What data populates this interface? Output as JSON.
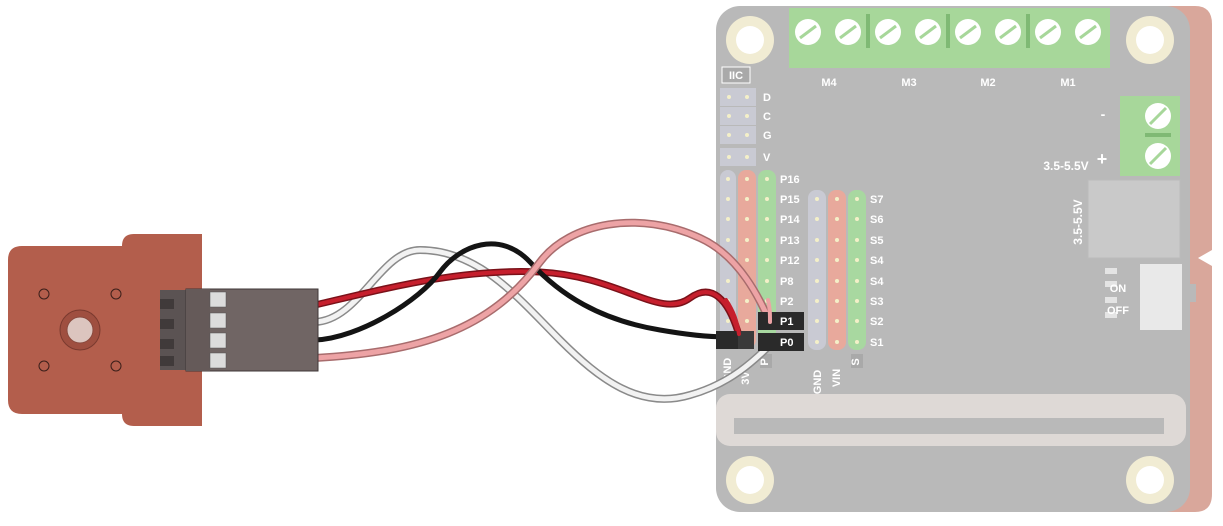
{
  "board": {
    "iic_label": "IIC",
    "motor_labels": [
      "M4",
      "M3",
      "M2",
      "M1"
    ],
    "iic_pins": [
      "D",
      "C",
      "G",
      "V"
    ],
    "left_pins": [
      "P16",
      "P15",
      "P14",
      "P13",
      "P12",
      "P8",
      "P2",
      "P1",
      "P0"
    ],
    "servo_pins": [
      "S7",
      "S6",
      "S5",
      "S4",
      "S4",
      "S3",
      "S2",
      "S1"
    ],
    "bottom_labels": [
      "GND",
      "3V",
      "P",
      "GND",
      "VIN",
      "S"
    ],
    "power_minus": "-",
    "power_plus": "+",
    "power_voltage": "3.5-5.5V",
    "usb_voltage": "3.5-5.5V",
    "switch_on": "ON",
    "switch_off": "OFF"
  },
  "colors": {
    "board": "#b9b9b9",
    "board_edge": "#d9a79b",
    "module": "#b35e4c",
    "terminal": "#a7d79a",
    "header_red": "#e8a99c",
    "header_green": "#a8d8a0",
    "header_gray": "#c9cad3",
    "wire_red": "#c61f2d",
    "wire_black": "#141414",
    "wire_white": "#f2f2f2",
    "wire_pink": "#eda3a5",
    "connector": "#706564"
  }
}
